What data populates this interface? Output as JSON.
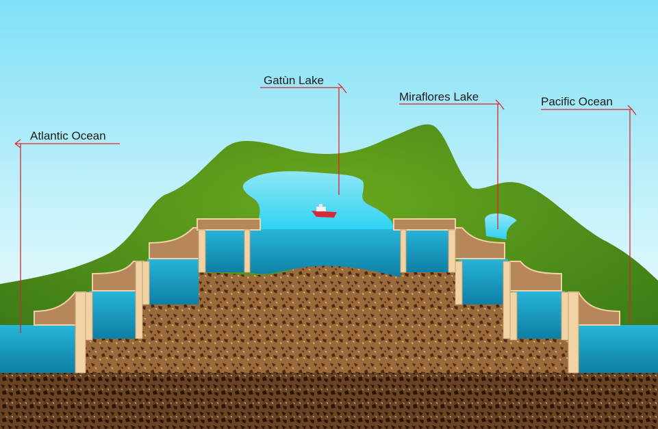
{
  "title": "Panama Canal locks cross-section",
  "labels": {
    "atlantic": "Atlantic Ocean",
    "gatun": "Gatùn Lake",
    "miraflores": "Miraflores Lake",
    "pacific": "Pacific Ocean"
  },
  "colors": {
    "leader_line": "#e0232a",
    "water": "#1fa6c9",
    "lake": "#5cd6f0",
    "hill": "#4e8f1c",
    "ground": "#8a5a2e",
    "gate": "#f2d3a6",
    "lock_cap": "#b5875a"
  }
}
